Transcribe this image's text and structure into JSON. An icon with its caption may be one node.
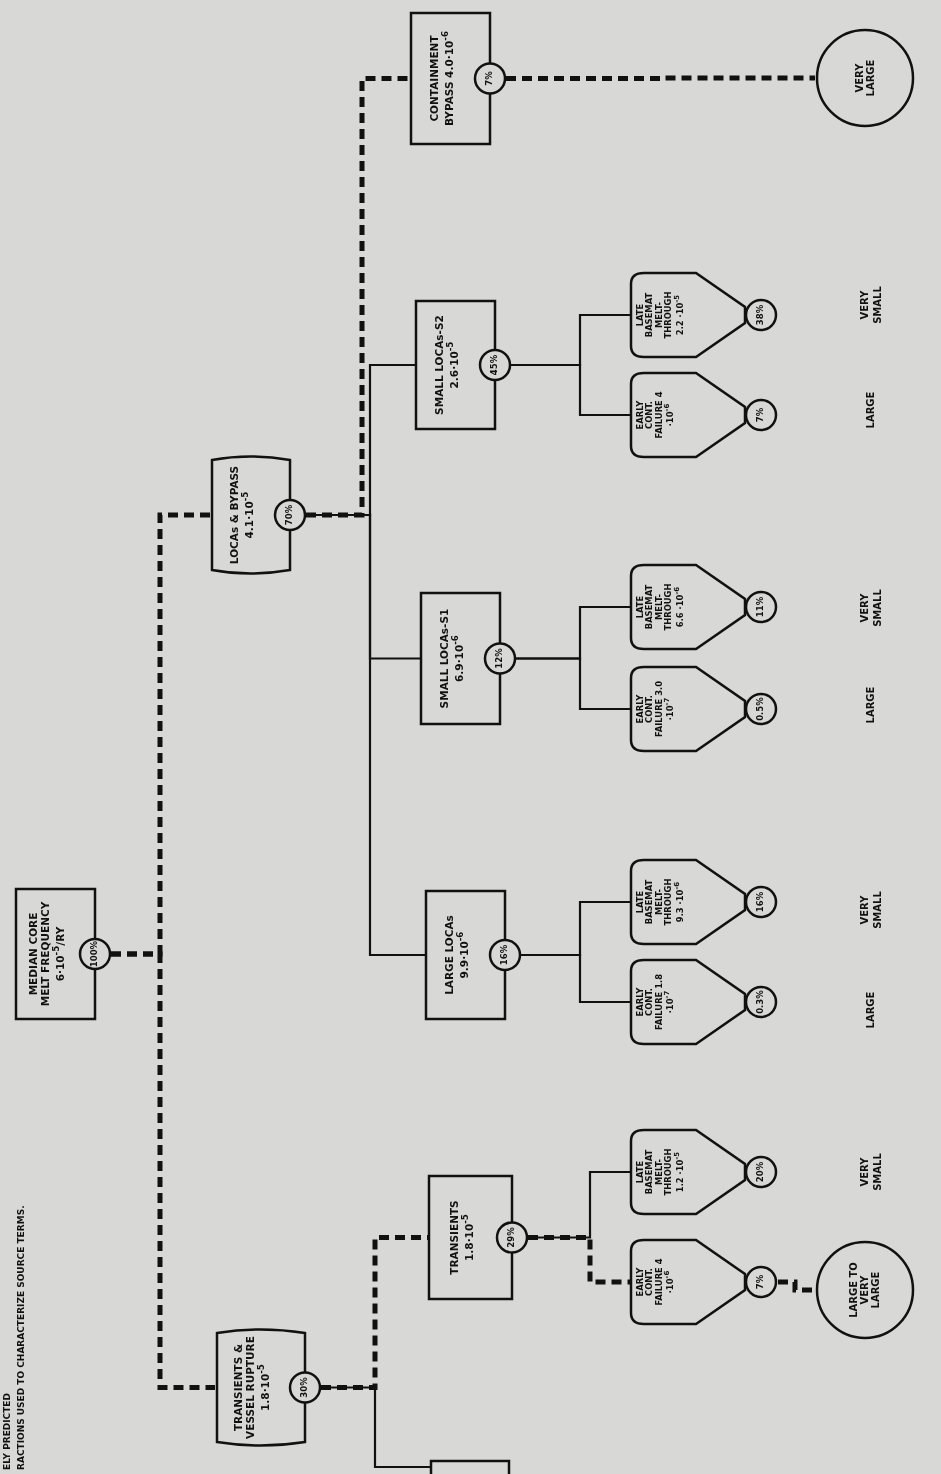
{
  "diagram": {
    "nodes": [
      {
        "text": [
          "MEDIAN CORE MELT FREQUENCY 6·10$^{-5}$/RY",
          "100%"
        ]
      },
      {
        "text": [
          "TRANSIENTS & VESSEL RUPTURE 1.8·10$^{-5}$",
          "30%"
        ]
      },
      {
        "text": [
          "LOCAs & BYPASS 4.1·10$^{-5}$",
          "70%"
        ]
      },
      {
        "text": [],
        "shape": "box"
      },
      {
        "text": [
          "TRANSIENTS 1.8·10$^{-5}$",
          "29%"
        ]
      },
      {
        "text": [
          "LARGE LOCAs 9.9·10$^{-6}$",
          "16%"
        ]
      },
      {
        "text": [
          "SMALL LOCAs-S1 6.9·10$^{-6}$",
          "12%"
        ]
      },
      {
        "text": [
          "SMALL LOCAs-S2 2.6·10$^{-5}$",
          "45%"
        ]
      },
      {
        "text": [
          "CONTAINMENT BYPASS 4.0·10$^{-6}$",
          "7%"
        ]
      },
      {
        "text": [
          "EARLY CONT. FAILURE 4 ·10$^{-6}$",
          "7%"
        ]
      },
      {
        "text": [
          "LATE BASEMAT MELT-THROUGH 1.2 ·10$^{-5}$",
          "20%"
        ]
      },
      {
        "text": [
          "EARLY CONT. FAILURE 1.8 ·10$^{-7}$",
          "0.3%"
        ]
      },
      {
        "text": [
          "LATE BASEMAT MELT-THROUGH 9.3 ·10$^{-6}$",
          "16%"
        ]
      },
      {
        "text": [
          "EARLY CONT. FAILURE 3.0 ·10$^{-7}$",
          "0.5%"
        ]
      },
      {
        "text": [
          "LATE BASEMAT MELT-THROUGH 6.6 ·10$^{-6}$",
          "11%"
        ]
      },
      {
        "text": [
          "EARLY CONT. FAILURE 4 ·10$^{-6}$",
          "7%"
        ]
      },
      {
        "text": [
          "LATE BASEMAT MELT-THROUGH 2.2 ·10$^{-5}$",
          "38%"
        ]
      },
      {
        "text": [
          "LARGE TO VERY LARGE"
        ]
      },
      {
        "text": [
          "VERY LARGE"
        ]
      }
    ],
    "edges": [
      {
        "from": 0,
        "to": 1,
        "arrow": "none",
        "style": "dashed"
      },
      {
        "from": 0,
        "to": 2,
        "arrow": "none",
        "style": "dashed"
      },
      {
        "from": 1,
        "to": 4,
        "arrow": "none",
        "style": "dashed"
      },
      {
        "from": 1,
        "to": 3,
        "arrow": "none"
      },
      {
        "from": 2,
        "to": 5,
        "arrow": "none"
      },
      {
        "from": 2,
        "to": 6,
        "arrow": "none"
      },
      {
        "from": 2,
        "to": 7,
        "arrow": "none"
      },
      {
        "from": 2,
        "to": 8,
        "arrow": "none",
        "style": "dashed"
      },
      {
        "from": 4,
        "to": 9,
        "arrow": "none",
        "style": "dashed"
      },
      {
        "from": 4,
        "to": 10,
        "arrow": "none"
      },
      {
        "from": 5,
        "to": 11,
        "arrow": "none"
      },
      {
        "from": 5,
        "to": 12,
        "arrow": "none"
      },
      {
        "from": 6,
        "to": 13,
        "arrow": "none"
      },
      {
        "from": 6,
        "to": 14,
        "arrow": "none"
      },
      {
        "from": 7,
        "to": 15,
        "arrow": "none"
      },
      {
        "from": 7,
        "to": 16,
        "arrow": "none"
      },
      {
        "from": 9,
        "to": 17,
        "arrow": "none",
        "style": "dashed"
      },
      {
        "from": 8,
        "to": 18,
        "arrow": "none",
        "style": "dashed"
      }
    ],
    "labels": [
      "ELY PREDICTED",
      "RACTIONS USED TO CHARACTERIZE SOURCE TERMS.",
      "VERY SMALL",
      "LARGE",
      "VERY SMALL",
      "LARGE",
      "VERY SMALL",
      "LARGE",
      "VERY SMALL"
    ]
  }
}
